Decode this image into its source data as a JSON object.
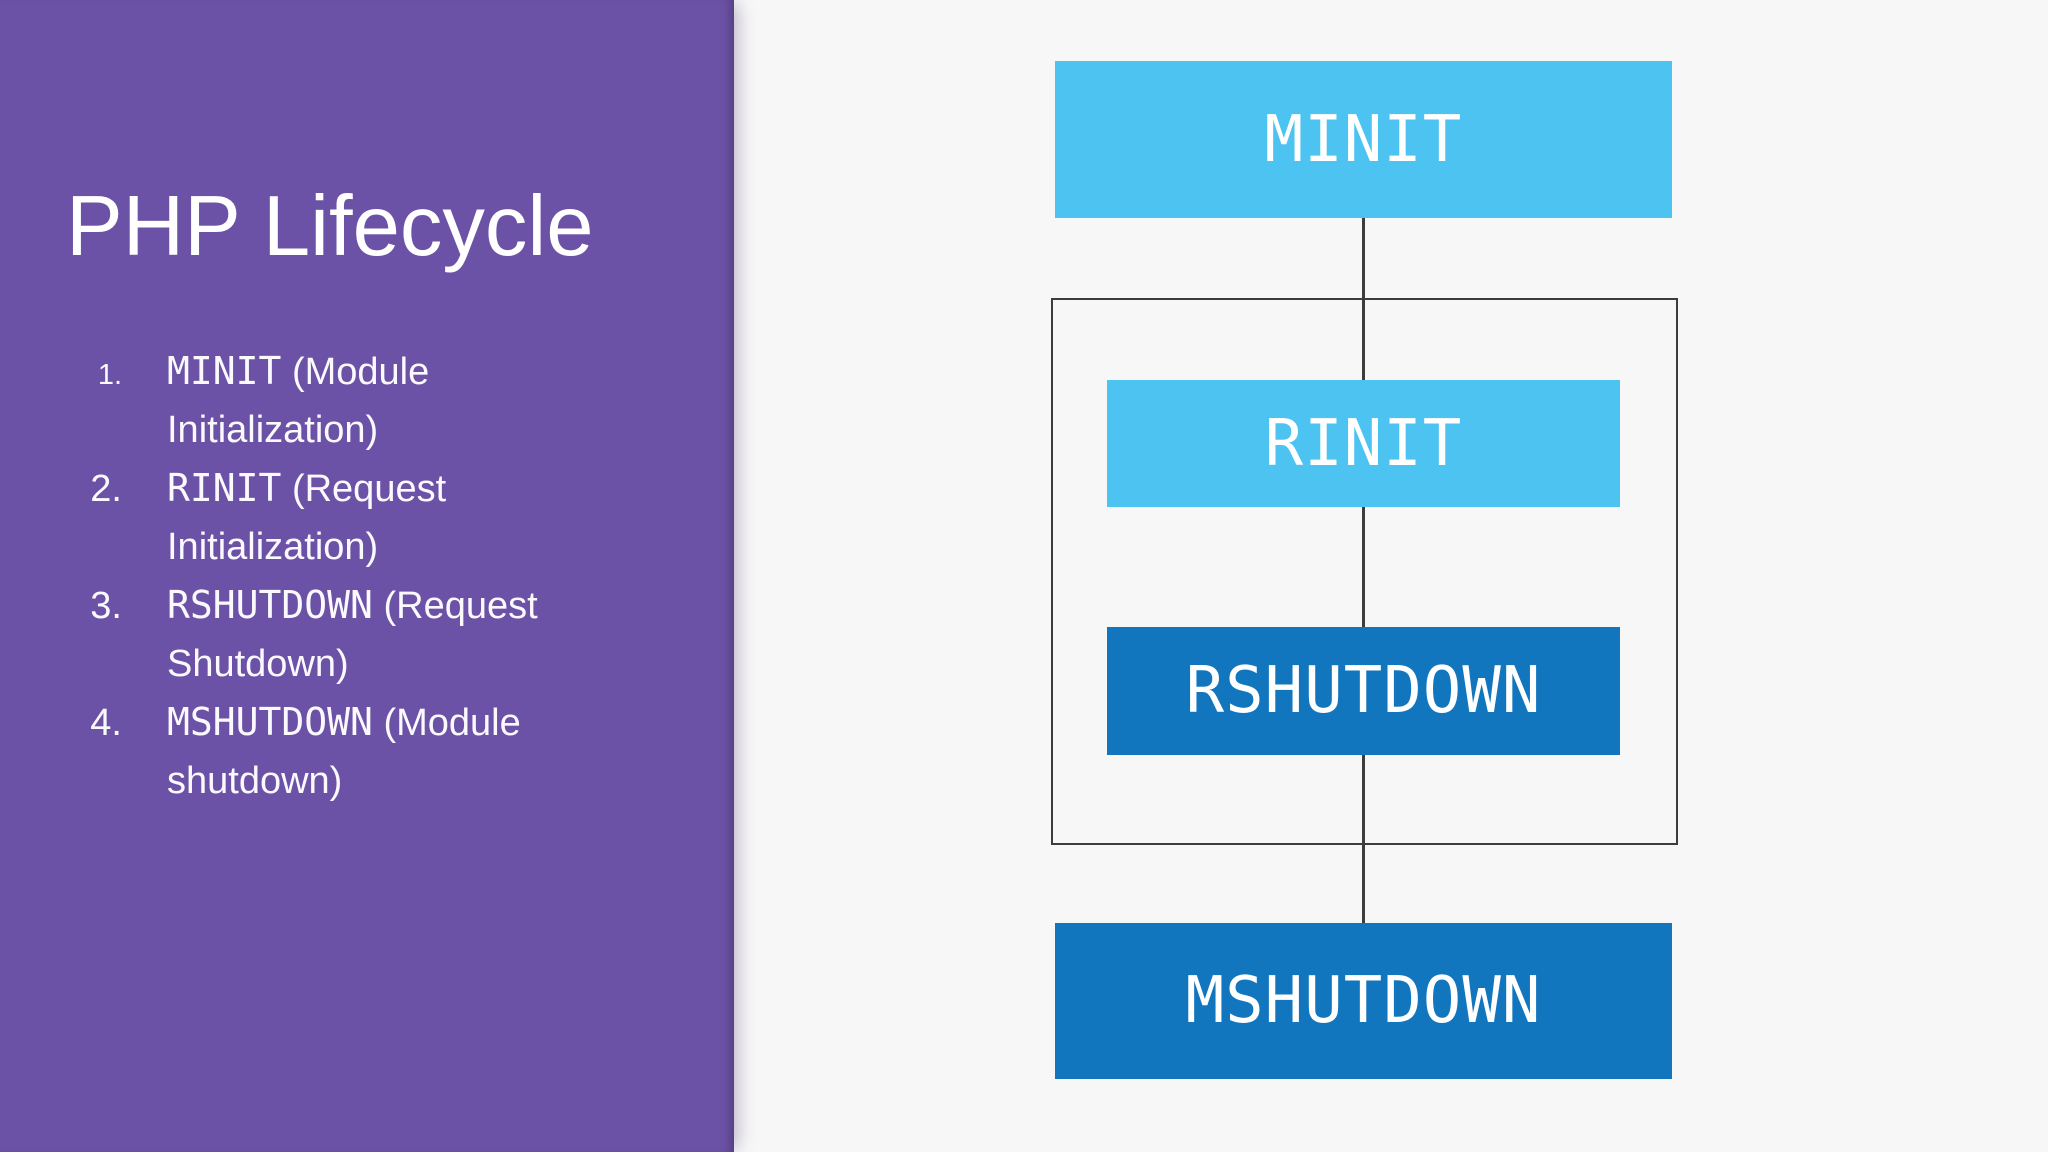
{
  "sidebar": {
    "title": "PHP Lifecycle",
    "list": [
      {
        "number": "1.",
        "keyword": "MINIT",
        "description": "(Module Initialization)"
      },
      {
        "number": "2.",
        "keyword": "RINIT",
        "description": "(Request Initialization)"
      },
      {
        "number": "3.",
        "keyword": "RSHUTDOWN",
        "description": "(Request Shutdown)"
      },
      {
        "number": "4.",
        "keyword": "MSHUTDOWN",
        "description": "(Module shutdown)"
      }
    ]
  },
  "diagram": {
    "nodes": [
      {
        "label": "MINIT",
        "style": "light"
      },
      {
        "label": "RINIT",
        "style": "light"
      },
      {
        "label": "RSHUTDOWN",
        "style": "dark"
      },
      {
        "label": "MSHUTDOWN",
        "style": "dark"
      }
    ]
  },
  "colors": {
    "sidebar_purple": "#6C52A6",
    "canvas_background": "#F7F7F8",
    "node_light_blue": "#4DC3F2",
    "node_dark_blue": "#1276BE",
    "connector_and_border": "#3C3C3C",
    "text_white": "#FFFFFF"
  }
}
